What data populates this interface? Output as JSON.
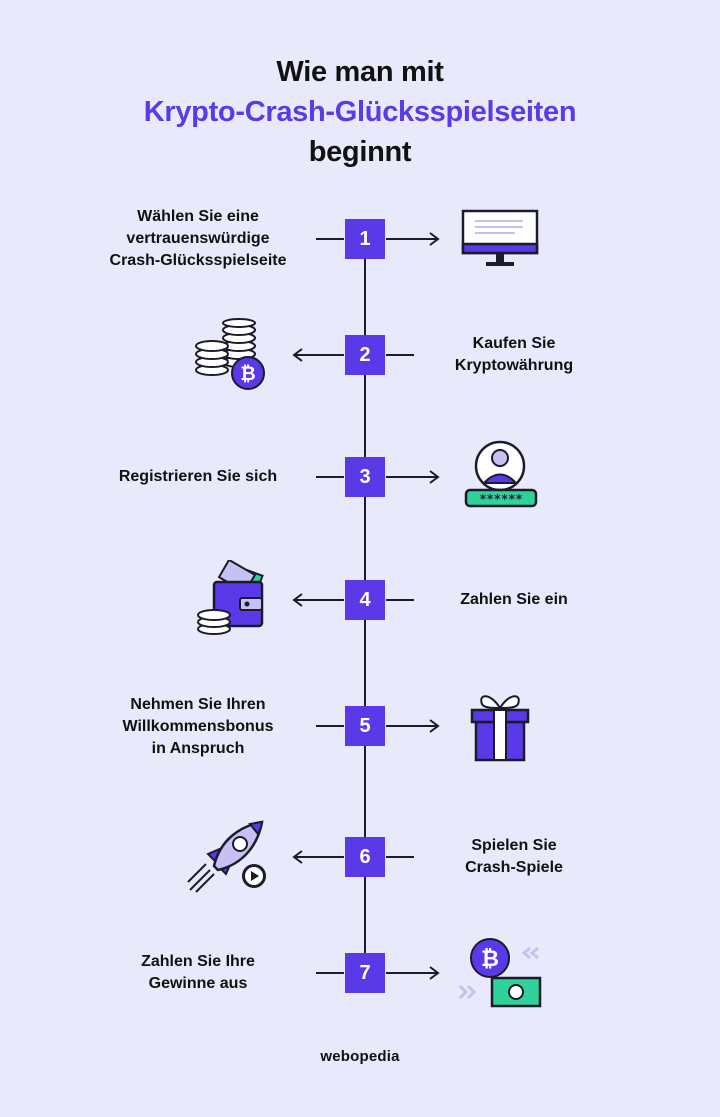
{
  "header": {
    "title_line1": "Wie man mit",
    "title_line2": "Krypto-Crash-Glücksspielseiten",
    "title_line3": "beginnt"
  },
  "steps": [
    {
      "number": "1",
      "label_lines": [
        "Wählen Sie eine",
        "vertrauenswürdige",
        "Crash-Glücksspielseite"
      ],
      "icon": "computer-monitor-icon"
    },
    {
      "number": "2",
      "label_lines": [
        "Kaufen Sie",
        "Kryptowährung"
      ],
      "icon": "bitcoin-coin-stack-icon"
    },
    {
      "number": "3",
      "label_lines": [
        "Registrieren Sie sich"
      ],
      "icon": "user-password-icon"
    },
    {
      "number": "4",
      "label_lines": [
        "Zahlen Sie ein"
      ],
      "icon": "wallet-deposit-icon"
    },
    {
      "number": "5",
      "label_lines": [
        "Nehmen Sie Ihren",
        "Willkommensbonus",
        "in Anspruch"
      ],
      "icon": "gift-box-icon"
    },
    {
      "number": "6",
      "label_lines": [
        "Spielen Sie",
        "Crash-Spiele"
      ],
      "icon": "rocket-play-icon"
    },
    {
      "number": "7",
      "label_lines": [
        "Zahlen Sie Ihre",
        "Gewinne aus"
      ],
      "icon": "bitcoin-cash-withdraw-icon"
    }
  ],
  "footer": {
    "logo": "webopedia"
  },
  "colors": {
    "background": "#e8e9fb",
    "accent": "#5a3ae8",
    "ink": "#1b1b2b",
    "lavender": "#c7c0f3",
    "green": "#2fd39a"
  },
  "password_mask": "******",
  "bitcoin_symbol": "₿"
}
